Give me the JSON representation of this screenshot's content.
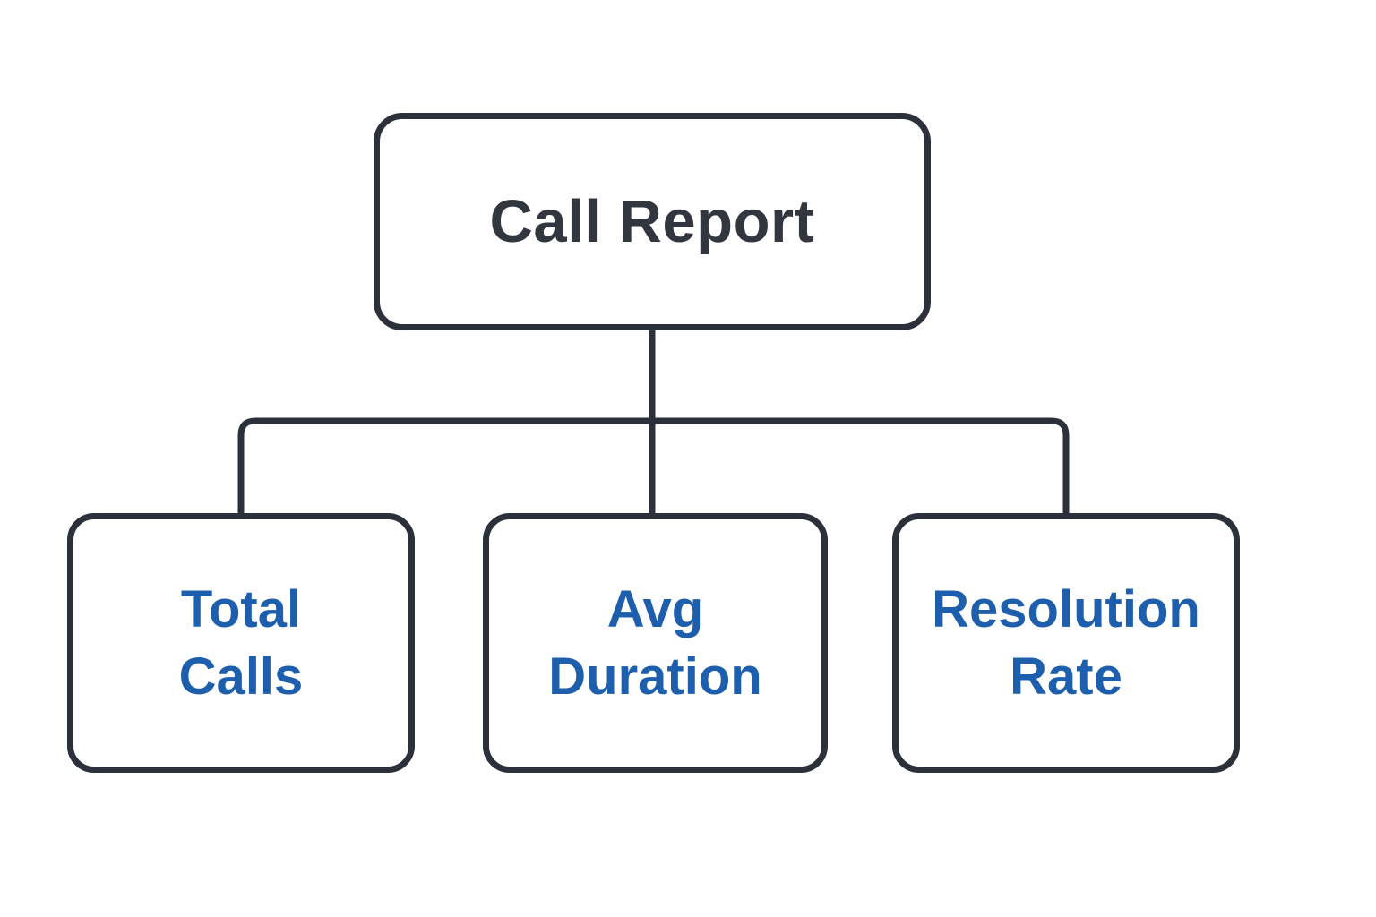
{
  "diagram": {
    "type": "tree",
    "title": "Call Report hierarchy",
    "root": {
      "label": "Call Report"
    },
    "children": [
      {
        "label": "Total\nCalls"
      },
      {
        "label": "Avg\nDuration"
      },
      {
        "label": "Resolution\nRate"
      }
    ],
    "edges": [
      {
        "from": "Call Report",
        "to": "Total Calls"
      },
      {
        "from": "Call Report",
        "to": "Avg Duration"
      },
      {
        "from": "Call Report",
        "to": "Resolution Rate"
      }
    ],
    "colors": {
      "background": "#ffffff",
      "node_fill": "#ffffff",
      "node_border": "#2b303a",
      "connector": "#2b303a",
      "root_text": "#32363f",
      "child_text": "#1e5fad"
    }
  }
}
